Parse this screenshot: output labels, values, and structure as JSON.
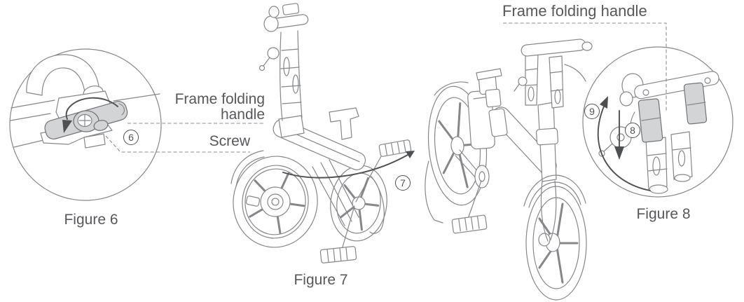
{
  "figure6": {
    "caption": "Figure 6",
    "callout": "6",
    "labels": {
      "frame_folding_handle_line1": "Frame folding",
      "frame_folding_handle_line2": "handle",
      "screw": "Screw"
    }
  },
  "figure7": {
    "caption": "Figure 7",
    "callout": "7"
  },
  "figure8": {
    "caption": "Figure 8",
    "label_frame_folding_handle": "Frame folding handle",
    "callout_press": "8",
    "callout_swing": "9"
  },
  "colors": {
    "line": "#85878a",
    "dark_accent": "#4f5052",
    "text": "#57585b",
    "lever_fill": "#d2d4d5",
    "background": "#ffffff"
  }
}
